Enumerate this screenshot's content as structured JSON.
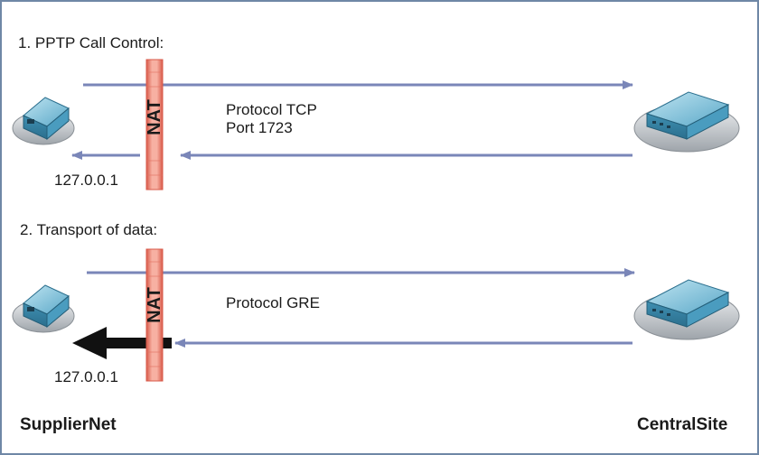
{
  "section1": {
    "title": "1. PPTP Call Control:",
    "protocol_line1": "Protocol TCP",
    "protocol_line2": "Port 1723",
    "ip_label": "127.0.0.1",
    "nat_label": "NAT"
  },
  "section2": {
    "title": "2. Transport of data:",
    "protocol": "Protocol GRE",
    "ip_label": "127.0.0.1",
    "nat_label": "NAT"
  },
  "left_site": "SupplierNet",
  "right_site": "CentralSite",
  "colors": {
    "frame": "#6f87a6",
    "arrow": "#7a86b8",
    "nat_bar": "#ef8d80",
    "nat_bar_edge": "#d85a4a",
    "device_teal": "#4fa1c2",
    "device_base": "#d6d9dc",
    "blocked_arrow": "#111111"
  }
}
